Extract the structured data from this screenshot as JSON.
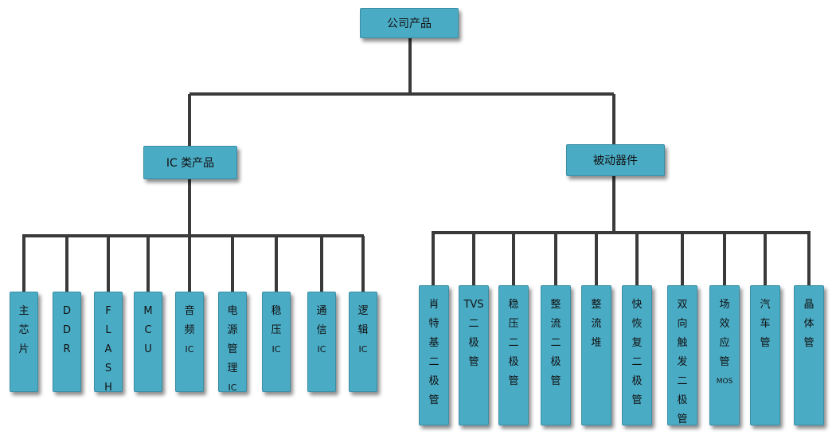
{
  "root": {
    "label": "公司产品"
  },
  "branches": [
    {
      "label": "IC 类产品",
      "children": [
        "主芯片",
        "DDR",
        "FLASH",
        "MCU",
        "音频IC",
        "电源管理IC",
        "稳压IC",
        "通信IC",
        "逻辑IC"
      ]
    },
    {
      "label": "被动器件",
      "children": [
        "肖特基二极管",
        "TVS二极管",
        "稳压二极管",
        "整流二极管",
        "整流堆",
        "快恢复二极管",
        "双向触发二极管",
        "场效应管MOS",
        "汽车管",
        "晶体管"
      ]
    }
  ],
  "colors": {
    "node_fill": "#4aabc5",
    "connector": "#3a3a3a"
  }
}
